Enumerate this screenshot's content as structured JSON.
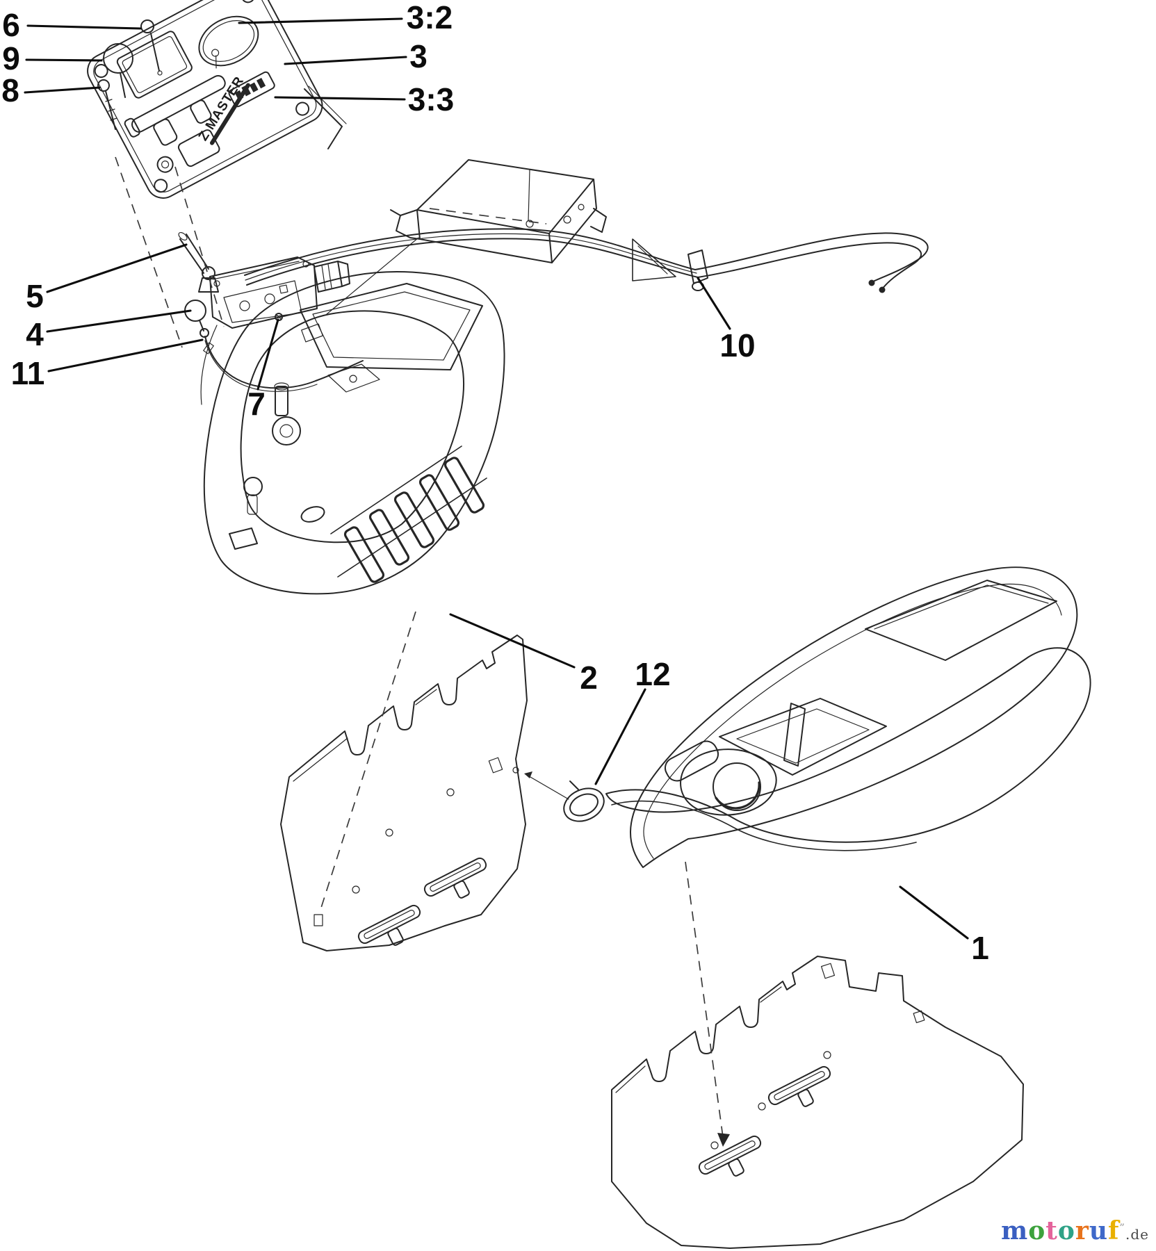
{
  "diagram": {
    "panel_decal_text": "Z MASTER",
    "callouts": [
      {
        "label": "6"
      },
      {
        "label": "9"
      },
      {
        "label": "8"
      },
      {
        "label": "3:2"
      },
      {
        "label": "3"
      },
      {
        "label": "3:3"
      },
      {
        "label": "5"
      },
      {
        "label": "4"
      },
      {
        "label": "11"
      },
      {
        "label": "7"
      },
      {
        "label": "10"
      },
      {
        "label": "2"
      },
      {
        "label": "12"
      },
      {
        "label": "1"
      }
    ]
  },
  "watermark": {
    "letters": [
      {
        "char": "m",
        "color": "#3a5fc1"
      },
      {
        "char": "o",
        "color": "#3da23d"
      },
      {
        "char": "t",
        "color": "#e4639b"
      },
      {
        "char": "o",
        "color": "#2fa287"
      },
      {
        "char": "r",
        "color": "#e8731c"
      },
      {
        "char": "u",
        "color": "#3f69c9"
      },
      {
        "char": "f",
        "color": "#e9b000"
      }
    ],
    "suffix": ".de",
    "suffix_color": "#4a4a4a"
  }
}
